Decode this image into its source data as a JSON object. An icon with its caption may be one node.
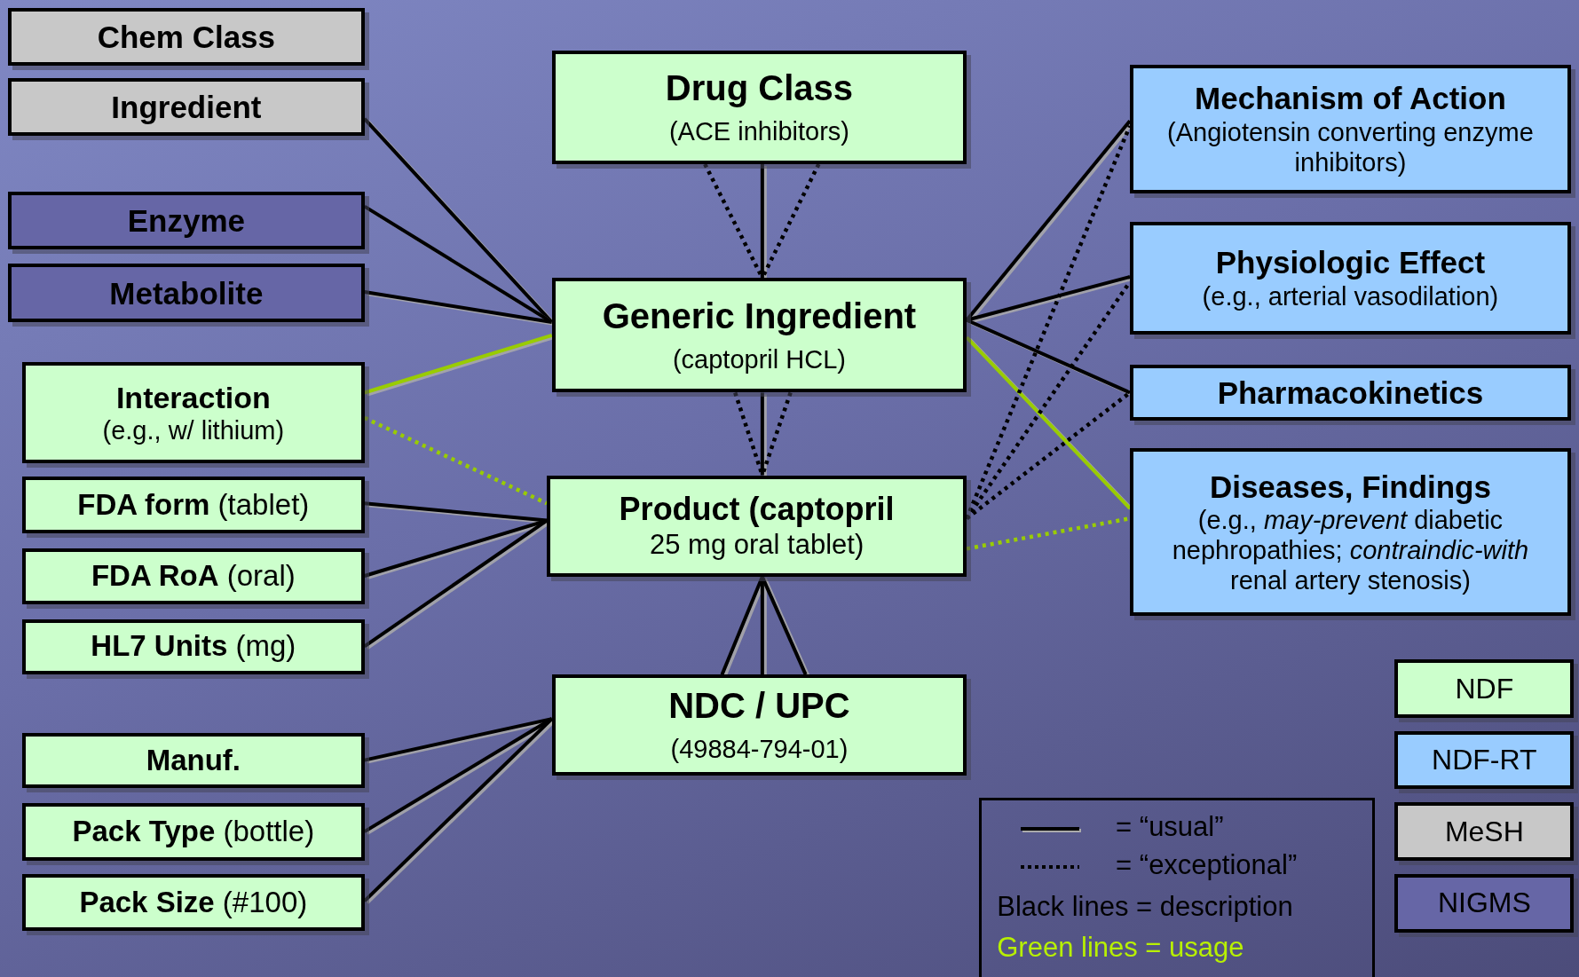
{
  "diagram": {
    "nodes": [
      {
        "text": [
          "Chem Class"
        ]
      },
      {
        "text": [
          "Ingredient"
        ]
      },
      {
        "text": [
          "Enzyme"
        ]
      },
      {
        "text": [
          "Metabolite"
        ]
      },
      {
        "text": [
          "Interaction",
          "(e.g., w/ lithium)"
        ]
      },
      {
        "text": [
          "**FDA form** (tablet)"
        ]
      },
      {
        "text": [
          "**FDA RoA** (oral)"
        ]
      },
      {
        "text": [
          "**HL7 Units** (mg)"
        ]
      },
      {
        "text": [
          "**Manuf.**"
        ]
      },
      {
        "text": [
          "**Pack Type** (bottle)"
        ]
      },
      {
        "text": [
          "**Pack Size** (#100)"
        ]
      },
      {
        "text": [
          "Drug Class",
          "(ACE inhibitors)"
        ]
      },
      {
        "text": [
          "Generic Ingredient",
          "(captopril HCL)"
        ]
      },
      {
        "text": [
          "Product (captopril",
          "25 mg oral tablet)"
        ]
      },
      {
        "text": [
          "NDC / UPC",
          "(49884-794-01)"
        ]
      },
      {
        "text": [
          "Mechanism of Action",
          "(Angiotensin converting enzyme inhibitors)"
        ]
      },
      {
        "text": [
          "Physiologic Effect",
          "(e.g., arterial vasodilation)"
        ]
      },
      {
        "text": [
          "Pharmacokinetics"
        ]
      },
      {
        "text": [
          "Diseases, Findings",
          "(e.g., *may-prevent* diabetic nephropathies; *contraindic-with* renal artery stenosis)"
        ]
      }
    ],
    "edges": [
      {
        "from": 1,
        "to": 12,
        "arrow": "none"
      },
      {
        "from": 2,
        "to": 12,
        "arrow": "none"
      },
      {
        "from": 3,
        "to": 12,
        "arrow": "none"
      },
      {
        "from": 4,
        "to": 12,
        "arrow": "none",
        "color": "#99cc00"
      },
      {
        "from": 4,
        "to": 13,
        "arrow": "none",
        "style": "dashed",
        "color": "#99cc00"
      },
      {
        "from": 5,
        "to": 13,
        "arrow": "none"
      },
      {
        "from": 6,
        "to": 13,
        "arrow": "none"
      },
      {
        "from": 7,
        "to": 13,
        "arrow": "none"
      },
      {
        "from": 8,
        "to": 14,
        "arrow": "none"
      },
      {
        "from": 9,
        "to": 14,
        "arrow": "none"
      },
      {
        "from": 10,
        "to": 14,
        "arrow": "none"
      },
      {
        "from": 11,
        "to": 12,
        "arrow": "none"
      },
      {
        "from": 11,
        "to": 12,
        "arrow": "none",
        "style": "dashed"
      },
      {
        "from": 11,
        "to": 12,
        "arrow": "none",
        "style": "dashed"
      },
      {
        "from": 12,
        "to": 13,
        "arrow": "none"
      },
      {
        "from": 12,
        "to": 13,
        "arrow": "none",
        "style": "dashed"
      },
      {
        "from": 12,
        "to": 13,
        "arrow": "none",
        "style": "dashed"
      },
      {
        "from": 14,
        "to": 13,
        "arrow": "none"
      },
      {
        "from": 14,
        "to": 13,
        "arrow": "none"
      },
      {
        "from": 14,
        "to": 13,
        "arrow": "none"
      },
      {
        "from": 12,
        "to": 15,
        "arrow": "none"
      },
      {
        "from": 12,
        "to": 16,
        "arrow": "none"
      },
      {
        "from": 12,
        "to": 17,
        "arrow": "none"
      },
      {
        "from": 12,
        "to": 18,
        "arrow": "none",
        "color": "#99cc00"
      },
      {
        "from": 13,
        "to": 15,
        "arrow": "none",
        "style": "dashed"
      },
      {
        "from": 13,
        "to": 16,
        "arrow": "none",
        "style": "dashed"
      },
      {
        "from": 13,
        "to": 17,
        "arrow": "none",
        "style": "dashed"
      },
      {
        "from": 13,
        "to": 18,
        "arrow": "none",
        "style": "dashed",
        "color": "#99cc00"
      }
    ],
    "labels": [
      "Black lines = description",
      "Green lines = usage"
    ],
    "legend": [
      {
        "text": "= “usual”"
      },
      {
        "text": "= “exceptional”"
      },
      {
        "text": "NDF",
        "color": "#ccffcc"
      },
      {
        "text": "NDF-RT",
        "color": "#99ccff"
      },
      {
        "text": "MeSH",
        "color": "#c8c8c8"
      },
      {
        "text": "NIGMS",
        "color": "#6666a6"
      }
    ]
  }
}
